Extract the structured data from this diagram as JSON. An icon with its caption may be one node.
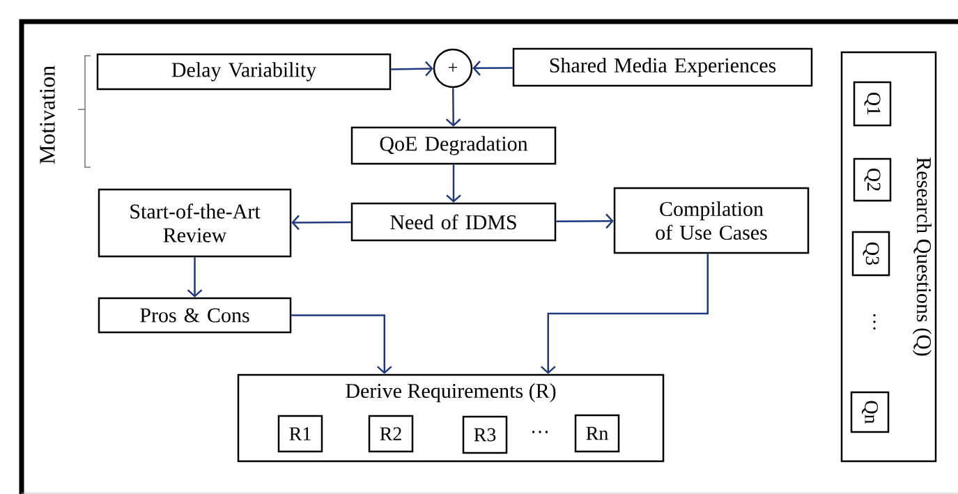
{
  "diagram": {
    "nodes": [
      {
        "text": [
          "Delay Variability"
        ]
      },
      {
        "text": [
          "+"
        ]
      },
      {
        "text": [
          "Shared Media Experiences"
        ]
      },
      {
        "text": [
          "QoE Degradation"
        ]
      },
      {
        "text": [
          "Start-of-the-Art Review"
        ]
      },
      {
        "text": [
          "Need of IDMS"
        ]
      },
      {
        "text": [
          "Compilation of Use Cases"
        ]
      },
      {
        "text": [
          "Pros & Cons"
        ]
      },
      {
        "text": [
          "Derive Requirements (R)"
        ]
      },
      {
        "text": [
          "R1"
        ],
        "in": 8
      },
      {
        "text": [
          "R2"
        ],
        "in": 8
      },
      {
        "text": [
          "R3"
        ],
        "in": 8
      },
      {
        "text": [
          "Rn"
        ],
        "in": 8
      },
      {
        "text": [
          "Research Questions (Q)"
        ]
      },
      {
        "text": [
          "Q1"
        ],
        "in": 13
      },
      {
        "text": [
          "Q2"
        ],
        "in": 13
      },
      {
        "text": [
          "Q3"
        ],
        "in": 13
      },
      {
        "text": [
          "Qn"
        ],
        "in": 13
      }
    ],
    "edges": [
      {
        "from": 0,
        "to": 1,
        "arrow": "to"
      },
      {
        "from": 2,
        "to": 1,
        "arrow": "to"
      },
      {
        "from": 1,
        "to": 3,
        "arrow": "to"
      },
      {
        "from": 3,
        "to": 5,
        "arrow": "to"
      },
      {
        "from": 5,
        "to": 4,
        "arrow": "to"
      },
      {
        "from": 5,
        "to": 6,
        "arrow": "to"
      },
      {
        "from": 4,
        "to": 7,
        "arrow": "to"
      },
      {
        "from": 7,
        "to": 8,
        "arrow": "to"
      },
      {
        "from": 6,
        "to": 8,
        "arrow": "to"
      }
    ],
    "labels": [
      "Motivation",
      "…",
      "…"
    ]
  }
}
